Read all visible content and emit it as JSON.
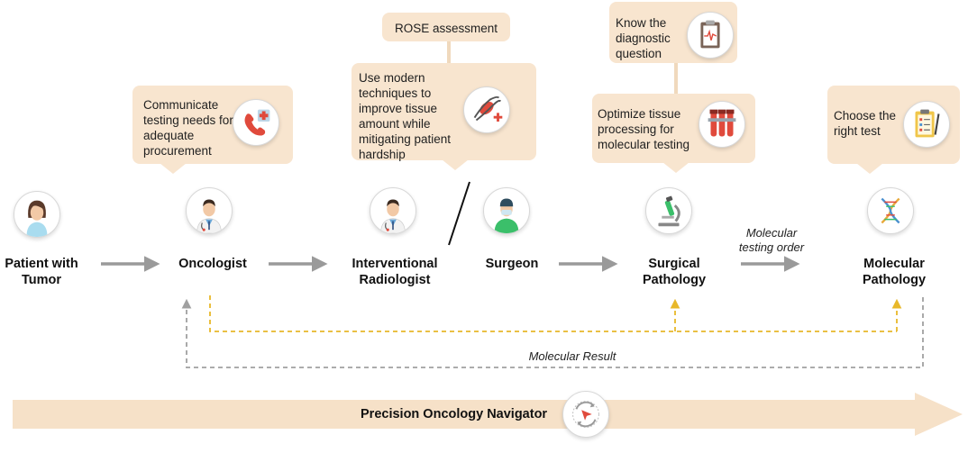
{
  "callouts": {
    "communicate": "Communicate testing needs for adequate procurement",
    "rose": "ROSE assessment",
    "modern": "Use modern techniques to improve tissue amount while mitigating patient hardship",
    "know": "Know the diagnostic question",
    "optimize": "Optimize tissue processing for molecular testing",
    "choose": "Choose the right test"
  },
  "actors": {
    "patient": "Patient with Tumor",
    "oncologist": "Oncologist",
    "radiologist": "Interventional Radiologist",
    "surgeon": "Surgeon",
    "surgical_pathology": "Surgical Pathology",
    "molecular_pathology": "Molecular Pathology"
  },
  "flow_labels": {
    "molecular_order": "Molecular testing order",
    "molecular_result": "Molecular Result"
  },
  "navigator": {
    "label": "Precision Oncology Navigator"
  },
  "icons": {
    "patient": "female-patient-icon",
    "oncologist": "doctor-icon",
    "radiologist": "doctor-icon",
    "surgeon": "surgeon-icon",
    "surgical_pathology": "microscope-icon",
    "molecular_pathology": "dna-icon",
    "communicate": "phone-medical-icon",
    "modern": "tissue-procedure-icon",
    "know": "clipboard-ecg-icon",
    "optimize": "blood-tubes-icon",
    "choose": "checklist-icon",
    "navigator": "navigation-compass-icon"
  },
  "colors": {
    "callout_fill": "#f8e5cf",
    "arrow_gray": "#9a9a9a",
    "dashed_gold": "#e8b82a",
    "dashed_gray": "#9a9a9a",
    "navigator_fill": "#f6e1c8"
  }
}
